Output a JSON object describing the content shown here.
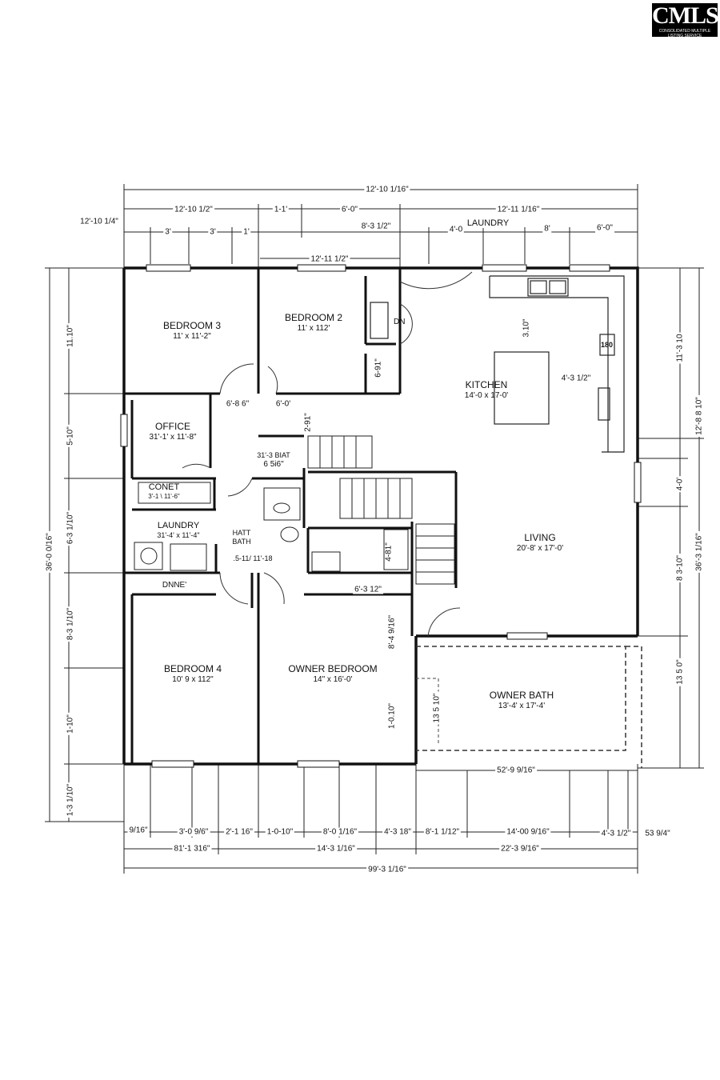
{
  "logo": {
    "text": "CMLS",
    "subtext": "CONSOLIDATED MULTIPLE LISTING SERVICE"
  },
  "rooms": {
    "bedroom3": {
      "name": "BEDROOM 3",
      "size": "11' x 11'-2\""
    },
    "bedroom2": {
      "name": "BEDROOM 2",
      "size": "11' x 112'"
    },
    "kitchen": {
      "name": "KITCHEN",
      "size": "14'-0 x 17-0'"
    },
    "office": {
      "name": "OFFICE",
      "size": "31'-1' x 11'-8\""
    },
    "bath_upper": {
      "name": "31'-3 BIAT",
      "size": "6 5i6\""
    },
    "closet": {
      "name": "CONET",
      "size": "3'-1 \\ 11'-6\""
    },
    "laundry_room": {
      "name": "LAUNDRY",
      "size": "31'-4' x 11'-4\""
    },
    "hall_bath": {
      "name": "HATT",
      "size": "BATH"
    },
    "dining": {
      "name": "DNNE'",
      "size": ""
    },
    "living": {
      "name": "LIVING",
      "size": "20'-8' x 17'-0'"
    },
    "bedroom4": {
      "name": "BEDROOM 4",
      "size": "10' 9 x 112\""
    },
    "owner_bedroom": {
      "name": "OWNER BEDROOM",
      "size": "14\" x 16'-0'"
    },
    "owner_bath": {
      "name": "OWNER BATH",
      "size": "13'-4' x 17'-4'"
    }
  },
  "labels": {
    "dn": "DN",
    "laundry_top": "LAUNDRY",
    "range": "180"
  },
  "dims_top": {
    "overall": "12'-10 1/16\"",
    "a": "12'-10 1/2\"",
    "b": "1-1'",
    "c": "6'-0\"",
    "d": "12'-11 1/16\"",
    "left_outer": "12'-10 1/4\"",
    "e": "3'",
    "f": "3'",
    "g": "1'",
    "h": "8'-3 1/2\"",
    "i": "4'-0",
    "j": "8'",
    "k": "6'-0\"",
    "l": "12'-11 1/2\""
  },
  "dims_interior": {
    "k_vert": "3.10\"",
    "k_right": "4'-3 1/2\"",
    "b3_door": "6'-8  6\"",
    "b2_door": "6'-0'",
    "hall_v": "2-91\"",
    "b2_closet": "6-91\"",
    "hb_dim": ".5-11/  11'-18",
    "tub_v": "4-81\"",
    "ob_top": "6'-3 12\"",
    "ob_v1": "8'-4 9/16\"",
    "ob_v2": "1-0.10\"",
    "obath_v": "13 5 10\""
  },
  "dims_left": {
    "overall": "36'-0 0/16\"",
    "a": "11.10\"",
    "b": "5-10\"",
    "c": "6-3 1/10\"",
    "d": "8-3 1/10\"",
    "e": "1-10\"",
    "f": "1-3 1/10\""
  },
  "dims_right": {
    "overall": "36'-3 1/16\"",
    "a": "11'-3 10",
    "b": "12'-8 8 10\"",
    "c": "4-0'",
    "d": "8 3-10\"",
    "e": "13 5 0\""
  },
  "dims_bottom": {
    "inner": "52'-9 9/16\"",
    "a": "9/16\"",
    "b": "3'-0 9/6\"",
    "c": "2'-1 16\"",
    "d": "1-0-10\"",
    "e": "8'-0 1/16\"",
    "f": "4'-3 18\"",
    "g": "8'-1 1/12\"",
    "h": "14'-00 9/16\"",
    "i": "4'-3 1/2\"",
    "j": "53 9/4\"",
    "k": "81'-1 316\"",
    "l": "14'-3 1/16\"",
    "m": "22'-3 9/16\"",
    "overall": "99'-3 1/16\""
  }
}
